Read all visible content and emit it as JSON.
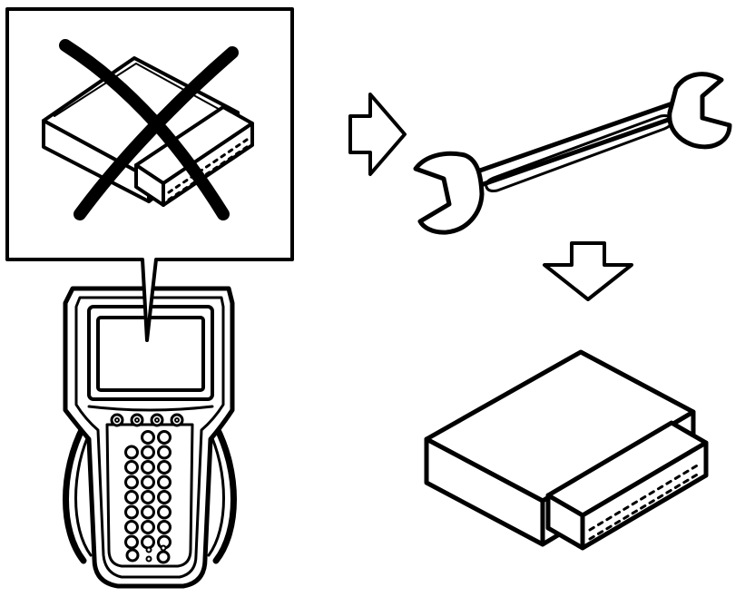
{
  "diagram": {
    "title": "",
    "colors": {
      "ink": "#000000",
      "paper": "#ffffff"
    },
    "steps": [
      {
        "id": "do-not-use-scan-tool-on-module",
        "icon": "crossed-out-module-icon"
      },
      {
        "id": "service-with-tools",
        "icon": "wrench-icon"
      },
      {
        "id": "replace-control-module",
        "icon": "control-module-icon"
      }
    ],
    "connectors": [
      "right-arrow-icon",
      "down-arrow-icon"
    ],
    "device": {
      "icon": "scan-tool-icon",
      "button_rows": 8
    }
  }
}
